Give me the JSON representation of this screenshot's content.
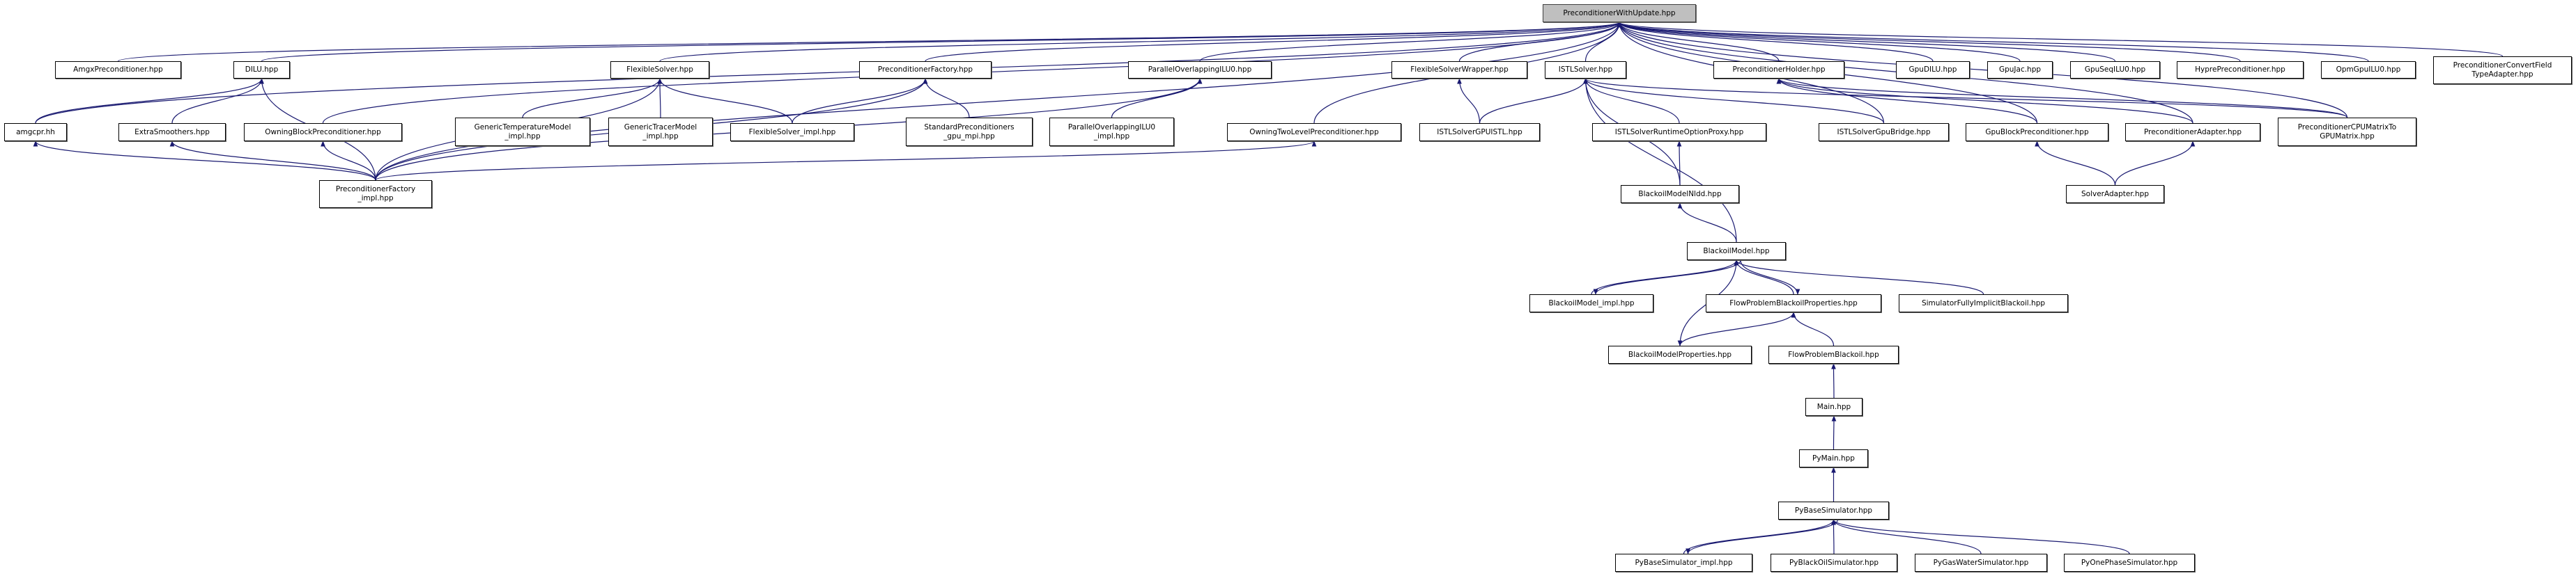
{
  "title": "PreconditionerWithUpdate.hpp",
  "colors": {
    "edge": "#191970",
    "root_fill": "#bfbfbf",
    "node_fill": "#ffffff",
    "border": "#000000"
  },
  "nodes": [
    {
      "id": "pwu",
      "label": "PreconditionerWithUpdate.hpp",
      "root": true
    },
    {
      "id": "amgx",
      "label": "AmgxPreconditioner.hpp"
    },
    {
      "id": "dilu",
      "label": "DILU.hpp"
    },
    {
      "id": "flexsolver",
      "label": "FlexibleSolver.hpp"
    },
    {
      "id": "pfactory",
      "label": "PreconditionerFactory.hpp"
    },
    {
      "id": "poilu0",
      "label": "ParallelOverlappingILU0.hpp"
    },
    {
      "id": "fswrapper",
      "label": "FlexibleSolverWrapper.hpp"
    },
    {
      "id": "istlsolver",
      "label": "ISTLSolver.hpp"
    },
    {
      "id": "pholder",
      "label": "PreconditionerHolder.hpp"
    },
    {
      "id": "gpudilu",
      "label": "GpuDILU.hpp"
    },
    {
      "id": "gpujac",
      "label": "GpuJac.hpp"
    },
    {
      "id": "gpuseqilu0",
      "label": "GpuSeqILU0.hpp"
    },
    {
      "id": "hypre",
      "label": "HyprePreconditioner.hpp"
    },
    {
      "id": "opmgpuilu0",
      "label": "OpmGpuILU0.hpp"
    },
    {
      "id": "convertfield",
      "label": "PreconditionerConvertField\nTypeAdapter.hpp"
    },
    {
      "id": "amgcpr",
      "label": "amgcpr.hh"
    },
    {
      "id": "extrasmoothers",
      "label": "ExtraSmoothers.hpp"
    },
    {
      "id": "owningblock",
      "label": "OwningBlockPreconditioner.hpp"
    },
    {
      "id": "gentemp",
      "label": "GenericTemperatureModel\n_impl.hpp"
    },
    {
      "id": "gentracer",
      "label": "GenericTracerModel\n_impl.hpp"
    },
    {
      "id": "flexsolverimpl",
      "label": "FlexibleSolver_impl.hpp"
    },
    {
      "id": "stdprecond",
      "label": "StandardPreconditioners\n_gpu_mpi.hpp"
    },
    {
      "id": "poilu0impl",
      "label": "ParallelOverlappingILU0\n_impl.hpp"
    },
    {
      "id": "owningtwolevel",
      "label": "OwningTwoLevelPreconditioner.hpp"
    },
    {
      "id": "istlgpuistl",
      "label": "ISTLSolverGPUISTL.hpp"
    },
    {
      "id": "istlruntime",
      "label": "ISTLSolverRuntimeOptionProxy.hpp"
    },
    {
      "id": "istlgpubridge",
      "label": "ISTLSolverGpuBridge.hpp"
    },
    {
      "id": "gpublock",
      "label": "GpuBlockPreconditioner.hpp"
    },
    {
      "id": "padapter",
      "label": "PreconditionerAdapter.hpp"
    },
    {
      "id": "cpumatrix",
      "label": "PreconditionerCPUMatrixTo\nGPUMatrix.hpp"
    },
    {
      "id": "pfactoryimpl",
      "label": "PreconditionerFactory\n_impl.hpp"
    },
    {
      "id": "nldd",
      "label": "BlackoilModelNldd.hpp"
    },
    {
      "id": "solveradapter",
      "label": "SolverAdapter.hpp"
    },
    {
      "id": "blackoilmodel",
      "label": "BlackoilModel.hpp"
    },
    {
      "id": "blackoilmodelimpl",
      "label": "BlackoilModel_impl.hpp"
    },
    {
      "id": "fpbprops",
      "label": "FlowProblemBlackoilProperties.hpp"
    },
    {
      "id": "simfib",
      "label": "SimulatorFullyImplicitBlackoil.hpp"
    },
    {
      "id": "bmprops",
      "label": "BlackoilModelProperties.hpp"
    },
    {
      "id": "fpb",
      "label": "FlowProblemBlackoil.hpp"
    },
    {
      "id": "main",
      "label": "Main.hpp"
    },
    {
      "id": "pymain",
      "label": "PyMain.hpp"
    },
    {
      "id": "pybasesim",
      "label": "PyBaseSimulator.hpp"
    },
    {
      "id": "pybasesimimpl",
      "label": "PyBaseSimulator_impl.hpp"
    },
    {
      "id": "pyblackoil",
      "label": "PyBlackOilSimulator.hpp"
    },
    {
      "id": "pygaswater",
      "label": "PyGasWaterSimulator.hpp"
    },
    {
      "id": "pyonephase",
      "label": "PyOnePhaseSimulator.hpp"
    }
  ],
  "edges": [
    [
      "amgx",
      "pwu"
    ],
    [
      "dilu",
      "pwu"
    ],
    [
      "flexsolver",
      "pwu"
    ],
    [
      "amgcpr",
      "pwu"
    ],
    [
      "owningblock",
      "pwu"
    ],
    [
      "pfactory",
      "pwu"
    ],
    [
      "poilu0",
      "pwu"
    ],
    [
      "owningtwolevel",
      "pwu"
    ],
    [
      "fswrapper",
      "pwu"
    ],
    [
      "istlsolver",
      "pwu"
    ],
    [
      "pholder",
      "pwu"
    ],
    [
      "gpudilu",
      "pwu"
    ],
    [
      "gpujac",
      "pwu"
    ],
    [
      "gpuseqilu0",
      "pwu"
    ],
    [
      "hypre",
      "pwu"
    ],
    [
      "opmgpuilu0",
      "pwu"
    ],
    [
      "convertfield",
      "pwu"
    ],
    [
      "istlgpubridge",
      "pwu"
    ],
    [
      "gpublock",
      "pwu"
    ],
    [
      "padapter",
      "pwu"
    ],
    [
      "cpumatrix",
      "pwu"
    ],
    [
      "pfactoryimpl",
      "pwu"
    ],
    [
      "amgcpr",
      "dilu"
    ],
    [
      "extrasmoothers",
      "dilu"
    ],
    [
      "pfactoryimpl",
      "dilu"
    ],
    [
      "pfactoryimpl",
      "amgcpr"
    ],
    [
      "pfactoryimpl",
      "extrasmoothers"
    ],
    [
      "pfactoryimpl",
      "owningblock"
    ],
    [
      "pfactoryimpl",
      "flexsolver"
    ],
    [
      "pfactoryimpl",
      "pfactory"
    ],
    [
      "pfactoryimpl",
      "owningtwolevel"
    ],
    [
      "pfactoryimpl",
      "poilu0"
    ],
    [
      "gentemp",
      "flexsolver"
    ],
    [
      "gentracer",
      "flexsolver"
    ],
    [
      "flexsolverimpl",
      "flexsolver"
    ],
    [
      "flexsolverimpl",
      "pfactory"
    ],
    [
      "stdprecond",
      "pfactory"
    ],
    [
      "poilu0impl",
      "poilu0"
    ],
    [
      "istlgpuistl",
      "fswrapper"
    ],
    [
      "istlgpuistl",
      "istlsolver"
    ],
    [
      "istlruntime",
      "istlsolver"
    ],
    [
      "nldd",
      "istlsolver"
    ],
    [
      "nldd",
      "istlruntime"
    ],
    [
      "blackoilmodel",
      "istlsolver"
    ],
    [
      "istlgpubridge",
      "istlsolver"
    ],
    [
      "cpumatrix",
      "istlsolver"
    ],
    [
      "gpublock",
      "pholder"
    ],
    [
      "padapter",
      "pholder"
    ],
    [
      "cpumatrix",
      "pholder"
    ],
    [
      "solveradapter",
      "gpublock"
    ],
    [
      "solveradapter",
      "padapter"
    ],
    [
      "blackoilmodel",
      "nldd"
    ],
    [
      "blackoilmodelimpl",
      "blackoilmodel"
    ],
    [
      "blackoilmodel",
      "blackoilmodelimpl"
    ],
    [
      "blackoilmodel",
      "bmprops"
    ],
    [
      "fpbprops",
      "blackoilmodel"
    ],
    [
      "blackoilmodel",
      "fpbprops"
    ],
    [
      "simfib",
      "blackoilmodel"
    ],
    [
      "bmprops",
      "fpbprops"
    ],
    [
      "fpb",
      "fpbprops"
    ],
    [
      "main",
      "fpb"
    ],
    [
      "pymain",
      "main"
    ],
    [
      "pybasesim",
      "pymain"
    ],
    [
      "pybasesimimpl",
      "pybasesim"
    ],
    [
      "pybasesim",
      "pybasesimimpl"
    ],
    [
      "pyblackoil",
      "pybasesim"
    ],
    [
      "pygaswater",
      "pybasesim"
    ],
    [
      "pyonephase",
      "pybasesim"
    ]
  ]
}
